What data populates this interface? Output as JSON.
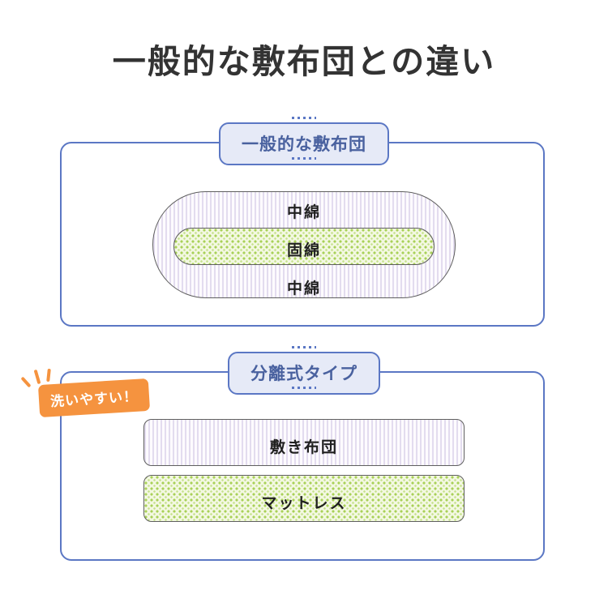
{
  "page": {
    "title": "一般的な敷布団との違い",
    "background_color": "#ffffff",
    "title_color": "#333333"
  },
  "colors": {
    "frame_border": "#5b77c4",
    "badge_fill": "#e6eaf7",
    "badge_text": "#49619f",
    "stripe_texture": "#e3dcef",
    "dot_texture": "#a8d157",
    "callout_orange": "#f5933f",
    "label_text": "#1f1f1f",
    "pill_border": "#5f5f5f"
  },
  "sections": [
    {
      "badge_label": "一般的な敷布団",
      "layers": [
        {
          "label": "中綿",
          "texture": "stripe"
        },
        {
          "label": "固綿",
          "texture": "dots"
        },
        {
          "label": "中綿",
          "texture": "stripe"
        }
      ]
    },
    {
      "badge_label": "分離式タイプ",
      "callout": "洗いやすい！",
      "bars": [
        {
          "label": "敷き布団",
          "texture": "stripe"
        },
        {
          "label": "マットレス",
          "texture": "dots"
        }
      ]
    }
  ]
}
